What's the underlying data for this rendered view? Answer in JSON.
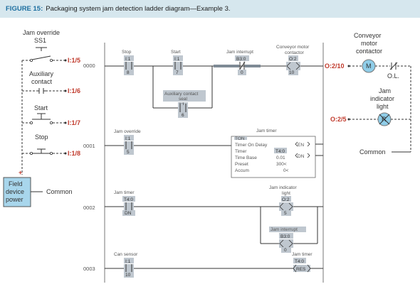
{
  "figure": {
    "label": "FIGURE 15:",
    "title": "Packaging system jam detection ladder diagram—Example 3."
  },
  "inputs": {
    "jam_override": {
      "label1": "Jam override",
      "label2": "SS1",
      "addr": "I:1/5"
    },
    "aux_contact": {
      "label1": "Auxiliary",
      "label2": "contact",
      "addr": "I:1/6"
    },
    "start": {
      "label": "Start",
      "addr": "I:1/7"
    },
    "stop": {
      "label": "Stop",
      "addr": "I:1/8"
    },
    "power": {
      "plus": "+",
      "l1": "Field",
      "l2": "device",
      "l3": "power",
      "common": "Common"
    }
  },
  "outputs": {
    "conveyor": {
      "l1": "Conveyor",
      "l2": "motor",
      "l3": "contactor",
      "addr": "O:2/10",
      "symbol": "M",
      "ol": "O.L."
    },
    "indicator": {
      "l1": "Jam",
      "l2": "indicator",
      "l3": "light",
      "addr": "O:2/5",
      "symbol": "R"
    },
    "common": "Common"
  },
  "rungs": {
    "r0": {
      "num": "0000",
      "stop": {
        "name": "Stop",
        "addr": "I:1",
        "bit": "8"
      },
      "start": {
        "name": "Start",
        "addr": "I:1",
        "bit": "7"
      },
      "jam_int": {
        "name": "Jam interrupt",
        "addr": "B3:0",
        "bit": "0"
      },
      "coil": {
        "name1": "Conveyor motor",
        "name2": "contactor",
        "addr": "O:2",
        "bit": "10"
      },
      "seal": {
        "name1": "Auxiliary contact",
        "name2": "seal",
        "addr": "I:1",
        "bit": "6"
      }
    },
    "r1": {
      "num": "0001",
      "override": {
        "name": "Jam override",
        "addr": "I:1",
        "bit": "5"
      },
      "timer": {
        "title": "Jam timer",
        "type": "TON",
        "desc": "Timer On Delay",
        "timer_label": "Timer",
        "timer_val": "T4:0",
        "base_label": "Time Base",
        "base_val": "0.01",
        "preset_label": "Preset",
        "preset_val": "300<",
        "accum_label": "Accum",
        "accum_val": "0<",
        "en": "EN",
        "dn": "DN"
      }
    },
    "r2": {
      "num": "0002",
      "timer_contact": {
        "name": "Jam timer",
        "addr": "T4:0",
        "bit": "DN"
      },
      "light": {
        "name1": "Jam indicator",
        "name2": "light",
        "addr": "O:2",
        "bit": "5"
      },
      "jam_int": {
        "name": "Jam interrupt",
        "addr": "B3:0",
        "bit": "0"
      }
    },
    "r3": {
      "num": "0003",
      "can_sensor": {
        "name": "Can sensor",
        "addr": "I:1",
        "bit": "10"
      },
      "reset": {
        "name": "Jam timer",
        "addr": "T4:0",
        "text": "RES"
      }
    }
  }
}
